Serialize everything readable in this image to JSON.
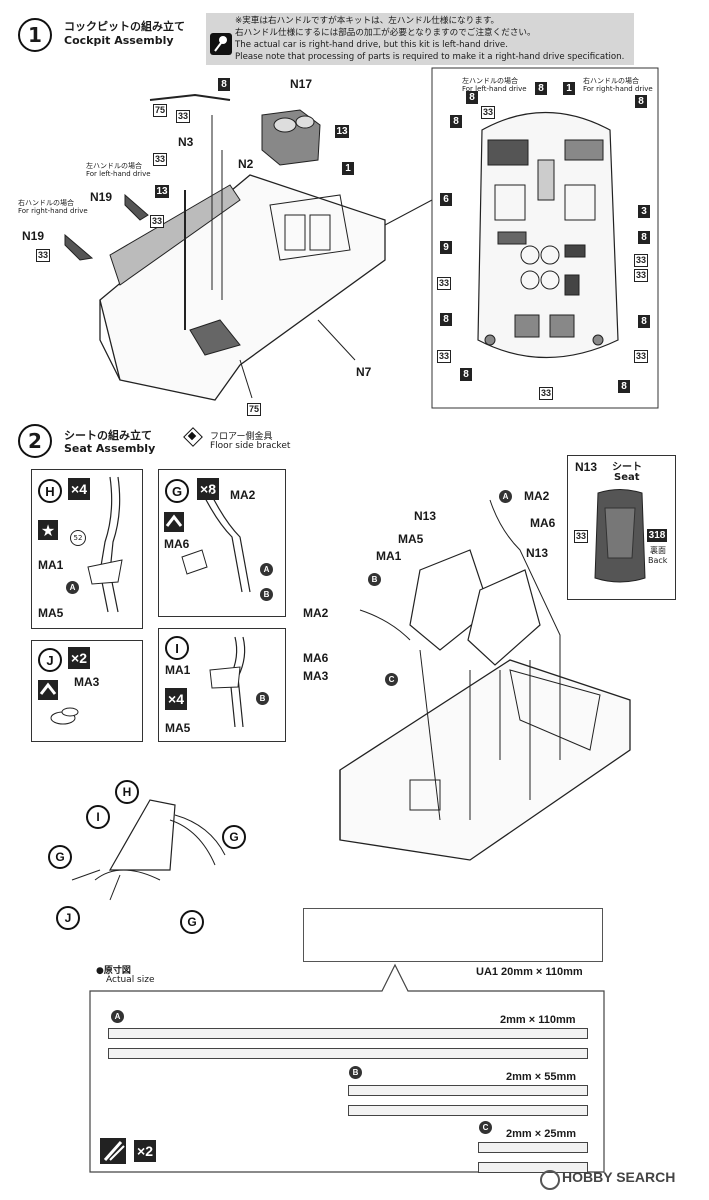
{
  "step1": {
    "number": "1",
    "title_jp": "コックピットの組み立て",
    "title_en": "Cockpit Assembly",
    "note": [
      "※実車は右ハンドルですが本キットは、左ハンドル仕様になります。",
      "右ハンドル仕様にするには部品の加工が必要となりますのでご注意ください。",
      "The actual car is right-hand drive, but this kit is left-hand drive.",
      "Please note that processing of parts is required to make it a right-hand drive specification."
    ],
    "labels": {
      "n17": "N17",
      "n3": "N3",
      "n2": "N2",
      "n19a": "N19",
      "n19b": "N19",
      "n7": "N7",
      "lhd_jp": "左ハンドルの場合",
      "lhd_en": "For left-hand drive",
      "rhd_jp": "右ハンドルの場合",
      "rhd_en": "For right-hand drive",
      "lhd2_jp": "左ハンドルの場合",
      "lhd2_en": "For left-hand drive",
      "rhd2_jp": "右ハンドルの場合",
      "rhd2_en": "For right-hand drive"
    },
    "parts": {
      "p1": "1",
      "p3": "3",
      "p6": "6",
      "p8": "8",
      "p9": "9",
      "p13": "13",
      "p33": "33",
      "p75": "75"
    }
  },
  "step2": {
    "number": "2",
    "title_jp": "シートの組み立て",
    "title_en": "Seat Assembly",
    "bracket_jp": "フロアー側金具",
    "bracket_en": "Floor side bracket",
    "box_h": {
      "letter": "H",
      "count": "×4",
      "n52": "52",
      "ma1": "MA1",
      "a": "A",
      "ma5": "MA5"
    },
    "box_g": {
      "letter": "G",
      "count": "×8",
      "ma2": "MA2",
      "ma6": "MA6",
      "a": "A",
      "b": "B"
    },
    "box_j": {
      "letter": "J",
      "count": "×2",
      "ma3": "MA3"
    },
    "box_i": {
      "letter": "I",
      "count": "×4",
      "ma1": "MA1",
      "ma5": "MA5",
      "b": "B"
    },
    "n13box": {
      "title": "N13",
      "seat_jp": "シート",
      "seat_en": "Seat",
      "p33": "33",
      "p318": "318",
      "back_jp": "裏面",
      "back_en": "Back"
    },
    "main_labels": {
      "ma2a": "MA2",
      "ma6a": "MA6",
      "n13a": "N13",
      "ma5": "MA5",
      "ma1": "MA1",
      "n13b": "N13",
      "ma2b": "MA2",
      "ma6b": "MA6",
      "ma3": "MA3",
      "a": "A",
      "b": "B",
      "c": "C"
    },
    "harness_labels": {
      "h": "H",
      "i": "I",
      "g1": "G",
      "g2": "G",
      "g3": "G",
      "j": "J"
    }
  },
  "template": {
    "actual_jp": "●原寸図",
    "actual_en": "Actual size",
    "ua1": "UA1 20mm × 110mm",
    "a": "A",
    "b": "B",
    "c": "C",
    "dim_a": "2mm × 110mm",
    "dim_b": "2mm × 55mm",
    "dim_c": "2mm × 25mm",
    "count": "×2"
  },
  "watermark": "HOBBY SEARCH"
}
